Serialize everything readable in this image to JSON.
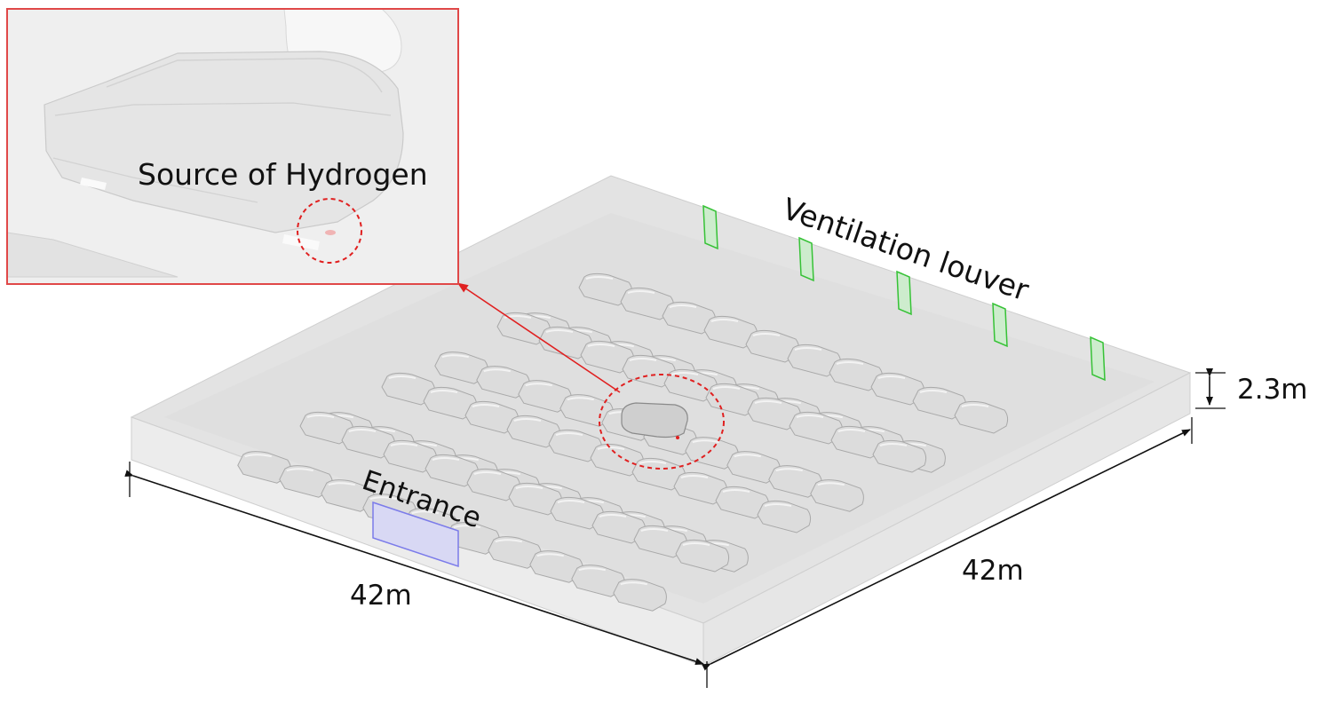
{
  "labels": {
    "source": "Source of Hydrogen",
    "ventilation": "Ventilation louver",
    "entrance": "Entrance",
    "height": "2.3m",
    "width_front": "42m",
    "width_side": "42m"
  },
  "colors": {
    "slab_top": "#e3e3e3",
    "slab_front": "#ececec",
    "slab_side": "#e6e6e6",
    "inset_border": "#e04848",
    "highlight_circle": "#e02020",
    "louver": "#36c236",
    "entrance": "#7b7bea",
    "car": "#dcdcdc"
  },
  "icons": [
    "dimension-arrow-icon",
    "callout-arrow-icon"
  ]
}
